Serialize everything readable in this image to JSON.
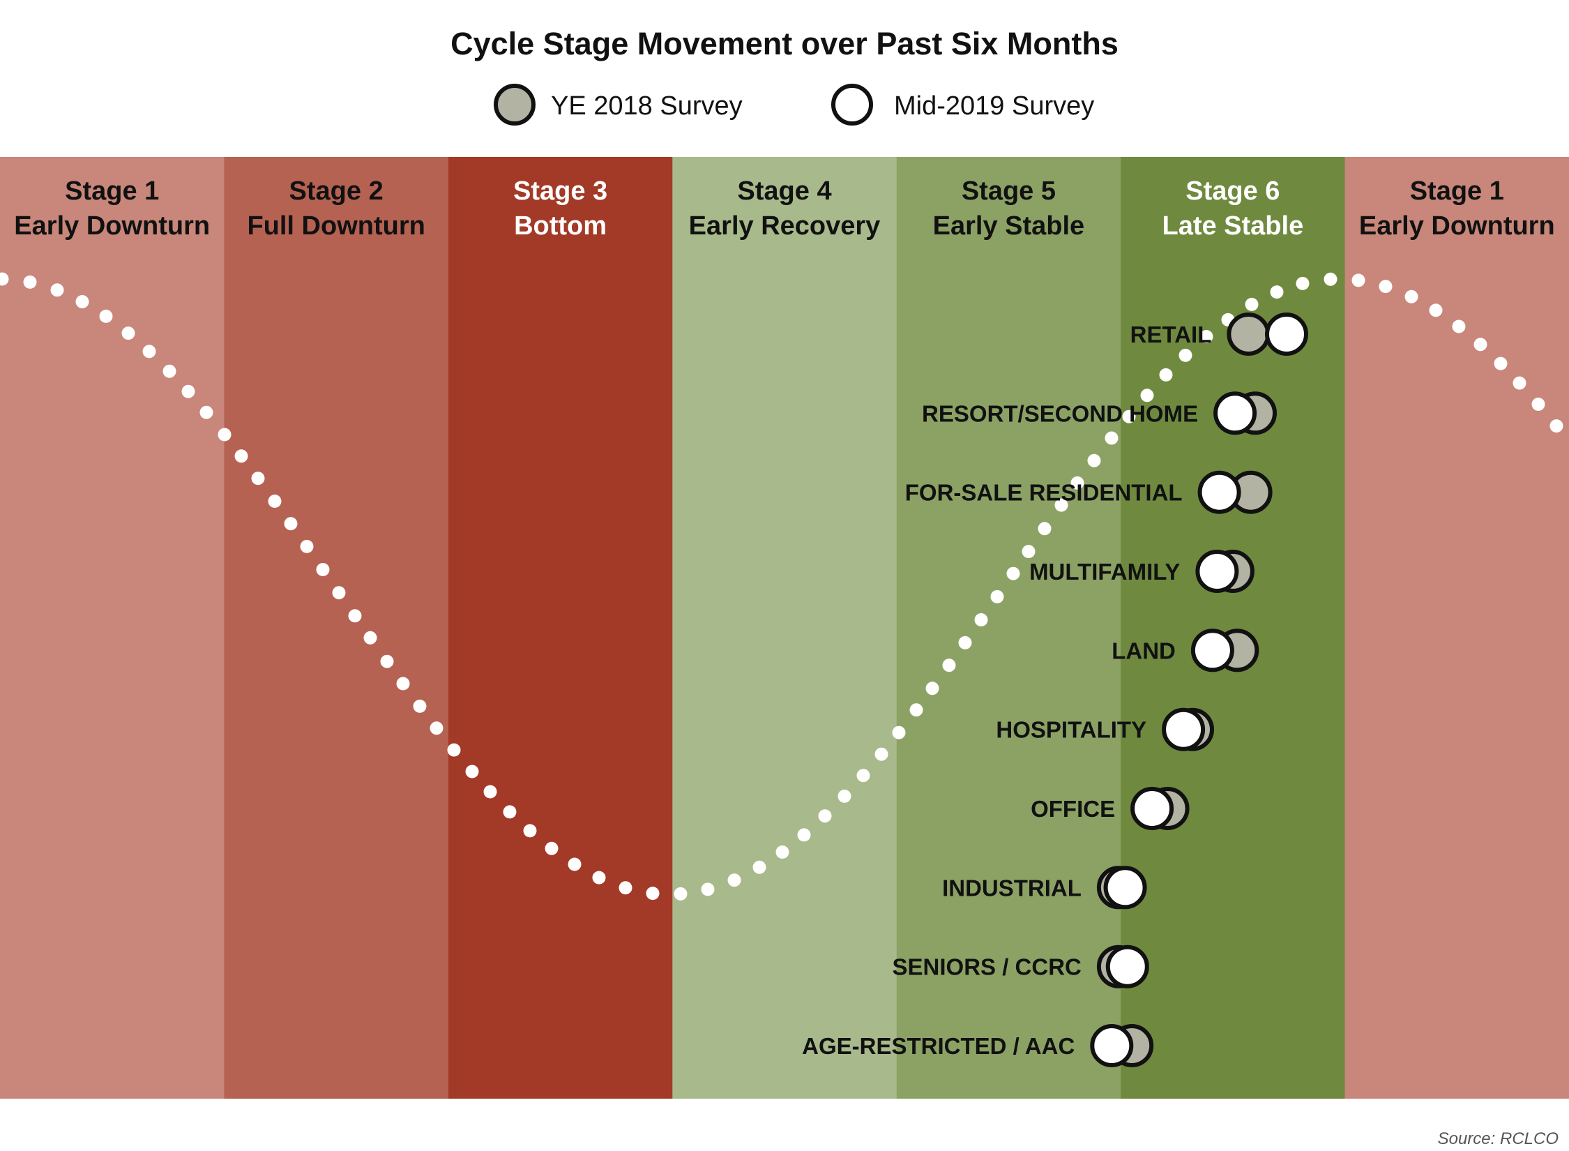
{
  "chart_data": {
    "type": "scatter",
    "title": "Cycle Stage Movement over Past Six Months",
    "source": "Source: RCLCO",
    "legend": [
      {
        "name": "YE 2018 Survey",
        "color": "#b3b3a3"
      },
      {
        "name": "Mid-2019 Survey",
        "color": "#ffffff"
      }
    ],
    "stages": [
      {
        "line1": "Stage 1",
        "line2": "Early Downturn",
        "color": "#c8877a",
        "text_color": "#111111"
      },
      {
        "line1": "Stage 2",
        "line2": "Full Downturn",
        "color": "#b56253",
        "text_color": "#111111"
      },
      {
        "line1": "Stage 3",
        "line2": "Bottom",
        "color": "#a23a27",
        "text_color": "#ffffff"
      },
      {
        "line1": "Stage 4",
        "line2": "Early Recovery",
        "color": "#a8b98b",
        "text_color": "#111111"
      },
      {
        "line1": "Stage 5",
        "line2": "Early Stable",
        "color": "#8ca265",
        "text_color": "#111111"
      },
      {
        "line1": "Stage 6",
        "line2": "Late Stable",
        "color": "#6f8a3f",
        "text_color": "#ffffff"
      },
      {
        "line1": "Stage 1",
        "line2": "Early Downturn",
        "color": "#c8877a",
        "text_color": "#111111"
      }
    ],
    "x_axis": {
      "unit": "stage",
      "range": [
        0,
        7
      ]
    },
    "cycle_curve": {
      "style": "dotted",
      "color": "#ffffff"
    },
    "categories": [
      {
        "label": "RETAIL",
        "ye2018": 5.57,
        "mid2019": 5.74
      },
      {
        "label": "RESORT/SECOND HOME",
        "ye2018": 5.6,
        "mid2019": 5.51
      },
      {
        "label": "FOR-SALE RESIDENTIAL",
        "ye2018": 5.58,
        "mid2019": 5.44
      },
      {
        "label": "MULTIFAMILY",
        "ye2018": 5.5,
        "mid2019": 5.43
      },
      {
        "label": "LAND",
        "ye2018": 5.52,
        "mid2019": 5.41
      },
      {
        "label": "HOSPITALITY",
        "ye2018": 5.32,
        "mid2019": 5.28
      },
      {
        "label": "OFFICE",
        "ye2018": 5.21,
        "mid2019": 5.14
      },
      {
        "label": "INDUSTRIAL",
        "ye2018": 4.99,
        "mid2019": 5.02
      },
      {
        "label": "SENIORS / CCRC",
        "ye2018": 4.99,
        "mid2019": 5.03
      },
      {
        "label": "AGE-RESTRICTED / AAC",
        "ye2018": 5.05,
        "mid2019": 4.96
      }
    ]
  }
}
